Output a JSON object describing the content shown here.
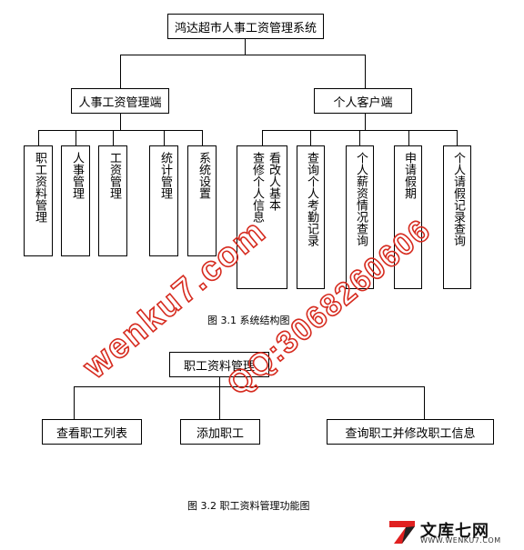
{
  "diagram1": {
    "root": "鸿达超市人事工资管理系统",
    "left_node": "人事工资管理端",
    "right_node": "个人客户端",
    "left_children": [
      "职工资料管理",
      "人事管理",
      "工资管理",
      "统计管理",
      "系统设置"
    ],
    "right_children": [
      {
        "col1": "查修个人信息",
        "col2": "看改人基本"
      },
      {
        "col1": "查询个人考勤记录"
      },
      {
        "col1": "个人薪资情况查询"
      },
      {
        "col1": "申请假期"
      },
      {
        "col1": "个人请假记录查询"
      }
    ],
    "caption": "图 3.1  系统结构图"
  },
  "diagram2": {
    "root": "职工资料管理",
    "children": [
      "查看职工列表",
      "添加职工",
      "查询职工并修改职工信息"
    ],
    "caption": "图 3.2  职工资料管理功能图"
  },
  "watermark": {
    "text1": "wenku7.com",
    "text2": "QQ:3068260606",
    "color": "#d62b1f"
  },
  "logo": {
    "brand": "文库七网",
    "url": "WWW.WENKU7.COM",
    "accent": "#e02020"
  }
}
